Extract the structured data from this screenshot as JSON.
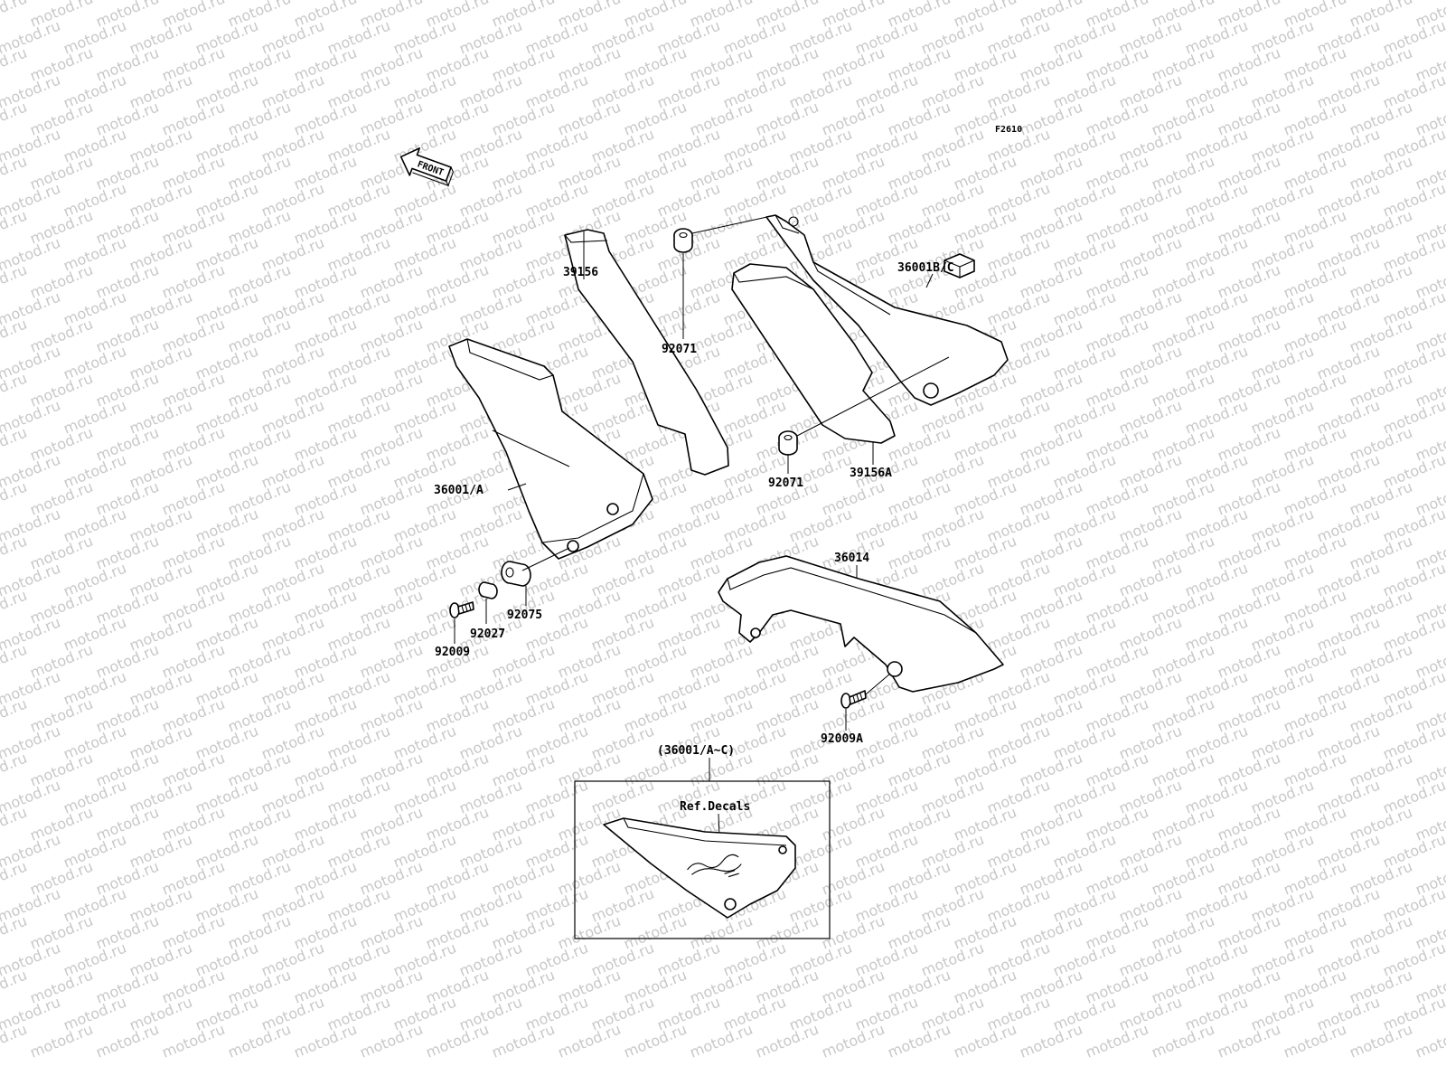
{
  "diagram_code": "F2610",
  "front_label": "FRONT",
  "watermark_text": "motod.ru",
  "colors": {
    "ink": "#000000",
    "paper": "#ffffff",
    "watermark": "#c8c8c8"
  },
  "parts": {
    "p39156": "39156",
    "p36001bc": "36001B/C",
    "p92071_top": "92071",
    "p92071_mid": "92071",
    "p39156a": "39156A",
    "p36001a": "36001/A",
    "p36014": "36014",
    "p92075": "92075",
    "p92027": "92027",
    "p92009": "92009",
    "p92009a": "92009A"
  },
  "inset": {
    "title": "(36001/A~C)",
    "decals_label": "Ref.Decals"
  }
}
